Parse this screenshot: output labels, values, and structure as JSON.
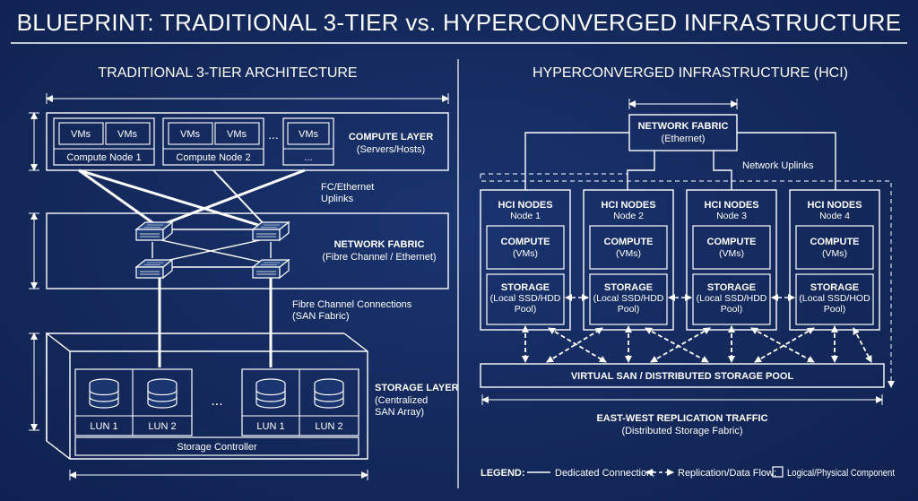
{
  "title": "BLUEPRINT: TRADITIONAL 3-TIER vs. HYPERCONVERGED INFRASTRUCTURE",
  "left": {
    "title": "TRADITIONAL 3-TIER ARCHITECTURE",
    "compute": {
      "vm": "VMs",
      "node1": "Compute Node 1",
      "node2": "Compute Node 2",
      "ellipsis": "...",
      "node3": "...",
      "layer_title": "COMPUTE LAYER",
      "layer_sub": "(Servers/Hosts)"
    },
    "uplinks_l1": "FC/Ethernet",
    "uplinks_l2": "Uplinks",
    "network": {
      "layer_title": "NETWORK FABRIC",
      "layer_sub": "(Fibre Channel / Ethernet)"
    },
    "fc_l1": "Fibre Channel Connections",
    "fc_l2": "(SAN Fabric)",
    "storage": {
      "lun1": "LUN 1",
      "lun2": "LUN 2",
      "ellipsis": "...",
      "controller": "Storage Controller",
      "layer_title": "STORAGE LAYER",
      "layer_sub1": "(Centralized",
      "layer_sub2": "SAN Array)"
    }
  },
  "right": {
    "title": "HYPERCONVERGED INFRASTRUCTURE (HCI)",
    "fabric_title": "NETWORK FABRIC",
    "fabric_sub": "(Ethernet)",
    "uplinks": "Network Uplinks",
    "nodes": [
      {
        "title": "HCI NODES",
        "sub": "Node 1",
        "compute": "COMPUTE",
        "vms": "(VMs)",
        "storage": "STORAGE",
        "s1": "(Local SSD/HDD",
        "s2": "Pool)"
      },
      {
        "title": "HCI NODES",
        "sub": "Node 2",
        "compute": "COMPUTE",
        "vms": "(VMs)",
        "storage": "STORAGE",
        "s1": "(Local SSD/HDD",
        "s2": "Pool)"
      },
      {
        "title": "HCI NODES",
        "sub": "Node 3",
        "compute": "COMPUTE",
        "vms": "(VMs)",
        "storage": "STORAGE",
        "s1": "(Local SSD/HDD",
        "s2": "Pool)"
      },
      {
        "title": "HCI NODES",
        "sub": "Node 4",
        "compute": "COMPUTE",
        "vms": "(VMs)",
        "storage": "STORAGE",
        "s1": "(Local SSD/HOD",
        "s2": "Pool)"
      }
    ],
    "vsan": "VIRTUAL SAN / DISTRIBUTED STORAGE POOL",
    "ew_title": "EAST-WEST REPLICATION TRAFFIC",
    "ew_sub": "(Distributed Storage Fabric)"
  },
  "legend": {
    "label": "LEGEND:",
    "dedicated": "Dedicated Connection;",
    "replication": "Replication/Data Flow;",
    "logical": "Logical/Physical Component"
  }
}
